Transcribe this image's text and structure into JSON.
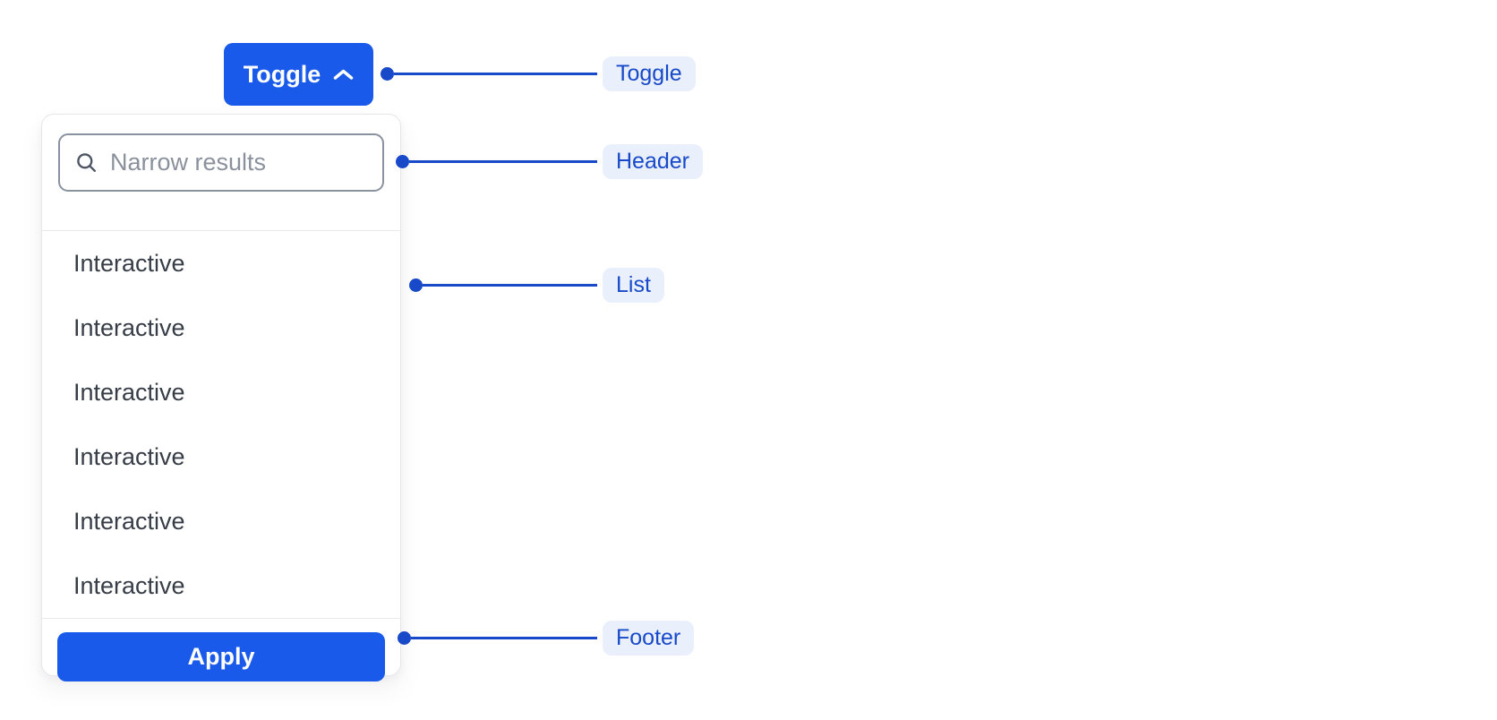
{
  "colors": {
    "primary_blue": "#195AEB",
    "annotation_blue": "#1849C9",
    "annotation_pill_bg": "#E9F0FC",
    "panel_border": "#E4E6EA",
    "input_border": "#8A92A0",
    "placeholder_gray": "#8A919C",
    "item_text": "#363D47",
    "divider": "#E8EAED"
  },
  "dropdown": {
    "toggle_button": {
      "label": "Toggle",
      "icon": "chevron-up-icon"
    },
    "header": {
      "search": {
        "icon": "search-icon",
        "placeholder": "Narrow results",
        "value": ""
      }
    },
    "list": {
      "items": [
        {
          "label": "Interactive"
        },
        {
          "label": "Interactive"
        },
        {
          "label": "Interactive"
        },
        {
          "label": "Interactive"
        },
        {
          "label": "Interactive"
        },
        {
          "label": "Interactive"
        }
      ]
    },
    "footer": {
      "apply_button": {
        "label": "Apply"
      }
    }
  },
  "annotations": [
    {
      "id": "toggle",
      "label": "Toggle"
    },
    {
      "id": "header",
      "label": "Header"
    },
    {
      "id": "list",
      "label": "List"
    },
    {
      "id": "footer",
      "label": "Footer"
    }
  ]
}
